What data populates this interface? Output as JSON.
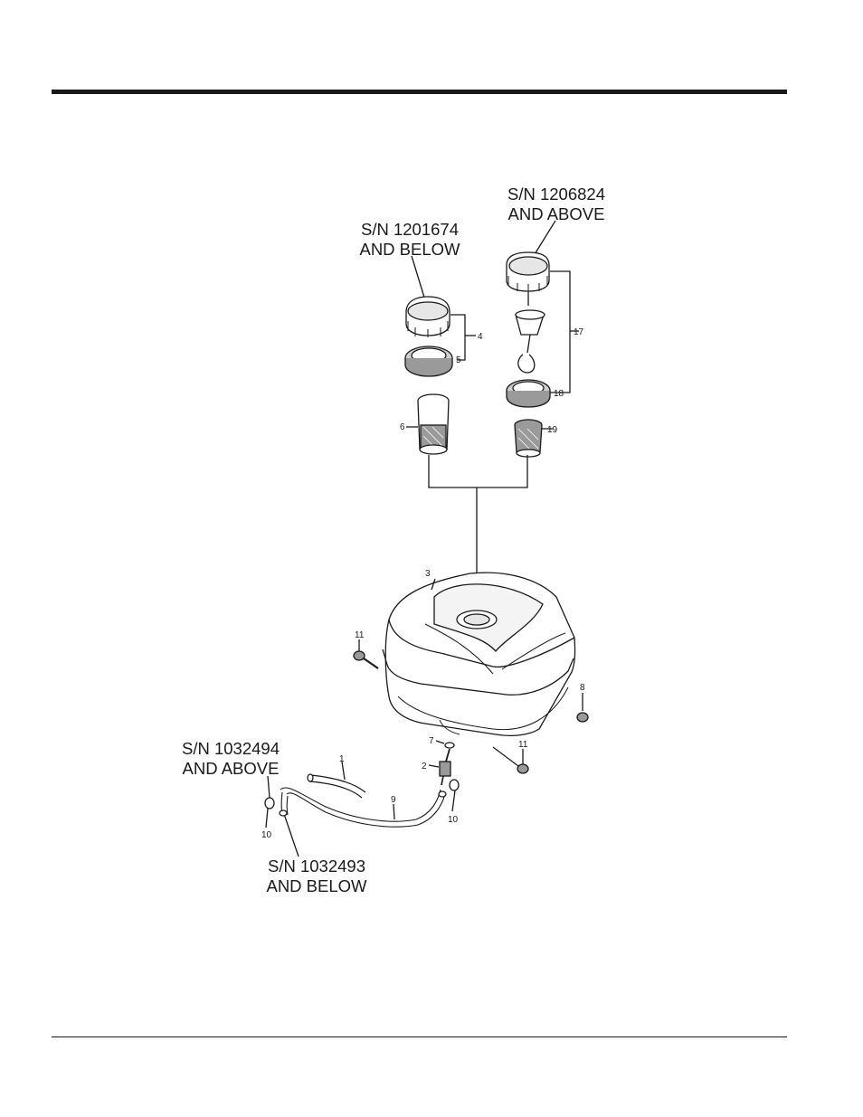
{
  "serial_notes": {
    "cap_old": [
      "S/N 1201674",
      "AND BELOW"
    ],
    "cap_new": [
      "S/N 1206824",
      "AND ABOVE"
    ],
    "hose_new": [
      "S/N 1032494",
      "AND ABOVE"
    ],
    "hose_old": [
      "S/N 1032493",
      "AND BELOW"
    ]
  },
  "callouts": {
    "p1": "1",
    "p2": "2",
    "p3": "3",
    "p4": "4",
    "p5": "5",
    "p6": "6",
    "p7": "7",
    "p8": "8",
    "p9": "9",
    "p10a": "10",
    "p10b": "10",
    "p11a": "11",
    "p11b": "11",
    "p17": "17",
    "p18": "18",
    "p19": "19"
  }
}
